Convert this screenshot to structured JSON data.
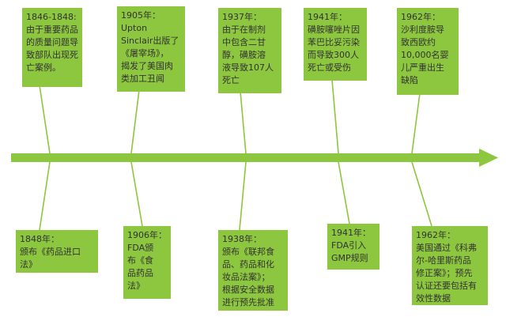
{
  "colors": {
    "accent_green": "#8DC63F",
    "text": "#333333",
    "background": "#FFFFFF"
  },
  "diagram": {
    "kind": "horizontal-timeline",
    "events": {
      "top": [
        {
          "year": "1846-1848",
          "text": "1846-1848:\n由于重要药品\n的质量问题导\n致部队出现死\n亡案例。"
        },
        {
          "year": "1905",
          "text": "1905年：\nUpton\nSinclair出版了\n《屠宰场》，\n揭发了美国肉\n类加工丑闻"
        },
        {
          "year": "1937",
          "text": "1937年：\n由于在制剂\n中包含二甘\n醇，磺胺溶\n液导致107人\n死亡"
        },
        {
          "year": "1941",
          "text": "1941年：\n磺胺噻唑片因\n苯巴比妥污染\n而导致300人\n死亡或受伤"
        },
        {
          "year": "1962",
          "text": "1962年：\n沙利度胺导\n致西欧约\n10,000名婴\n儿严重出生\n缺陷"
        }
      ],
      "bottom": [
        {
          "year": "1848",
          "text": "1848年：\n颁布《药品进口\n法》"
        },
        {
          "year": "1906",
          "text": "1906年：\nFDA颁\n布《食\n品药品\n法》"
        },
        {
          "year": "1938",
          "text": "1938年：\n颁布《联邦食\n品、药品和化\n妆品法案》；\n根据安全数据\n进行预先批准"
        },
        {
          "year": "1941",
          "text": "1941年：\nFDA引入\nGMP规则"
        },
        {
          "year": "1962",
          "text": "1962年：\n美国通过《科弗\n尔-哈里斯药品\n修正案》；预先\n认证还要包括有\n效性数据"
        }
      ]
    }
  }
}
